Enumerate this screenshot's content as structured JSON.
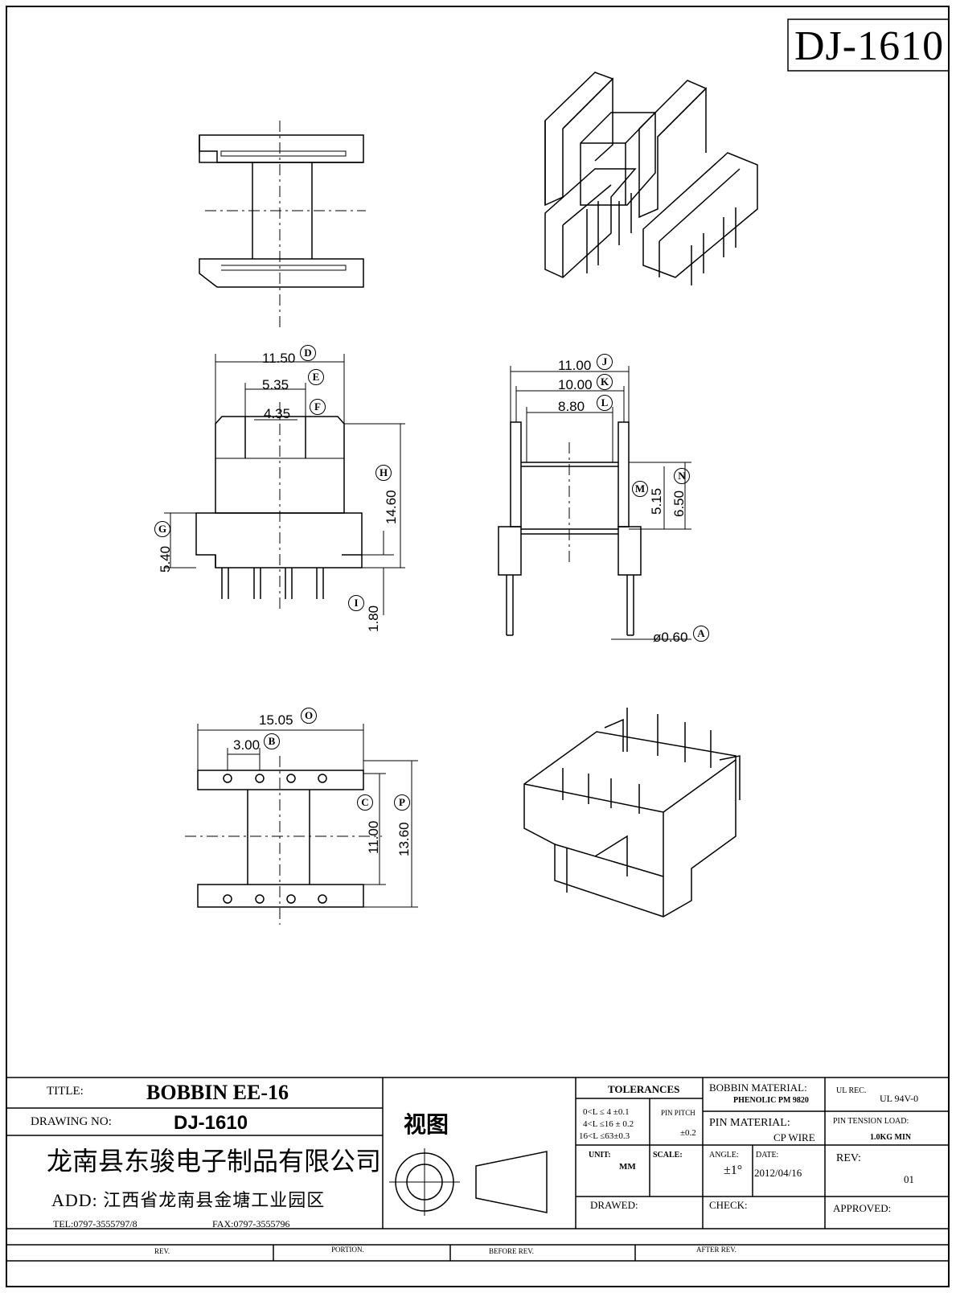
{
  "header": {
    "code": "DJ-1610"
  },
  "dimensions": {
    "D": "11.50",
    "E": "5.35",
    "F": "4.35",
    "H": "14.60",
    "G": "5.40",
    "I": "1.80",
    "J": "11.00",
    "K": "10.00",
    "L": "8.80",
    "M": "5.15",
    "N": "6.50",
    "A": "ø0.60",
    "O": "15.05",
    "B": "3.00",
    "C": "11.00",
    "P": "13.60"
  },
  "labels": {
    "D": "D",
    "E": "E",
    "F": "F",
    "H": "H",
    "G": "G",
    "I": "I",
    "J": "J",
    "K": "K",
    "L": "L",
    "M": "M",
    "N": "N",
    "A": "A",
    "O": "O",
    "B": "B",
    "C": "C",
    "P": "P"
  },
  "title_block": {
    "title_label": "TITLE:",
    "title_value": "BOBBIN EE-16",
    "drawing_no_label": "DRAWING NO:",
    "drawing_no_value": "DJ-1610",
    "view_label": "视图",
    "company": "龙南县东骏电子制品有限公司",
    "address": "ADD: 江西省龙南县金塘工业园区",
    "tel": "TEL:0797-3555797/8",
    "fax": "FAX:0797-3555796",
    "tolerances_label": "TOLERANCES",
    "tol_line1": "0<L ≤ 4 ±0.1",
    "tol_line2": "4<L ≤16 ± 0.2",
    "tol_line3": "16<L ≤63±0.3",
    "pin_pitch_label": "PIN PITCH",
    "pin_pitch_value": "±0.2",
    "unit_label": "UNIT:",
    "unit_value": "MM",
    "scale_label": "SCALE:",
    "bobbin_material_label": "BOBBIN MATERIAL:",
    "bobbin_material_value": "PHENOLIC PM 9820",
    "pin_material_label": "PIN MATERIAL:",
    "pin_material_value": "CP WIRE",
    "angle_label": "ANGLE:",
    "angle_value": "±1°",
    "date_label": "DATE:",
    "date_value": "2012/04/16",
    "ul_rec_label": "UL REC.",
    "ul_rec_value": "UL  94V-0",
    "pin_tension_label": "PIN TENSION LOAD:",
    "pin_tension_value": "1.0KG MIN",
    "rev_label": "REV:",
    "rev_value": "01",
    "drawed_label": "DRAWED:",
    "check_label": "CHECK:",
    "approved_label": "APPROVED:",
    "rev_col": "REV.",
    "portion_col": "PORTION.",
    "before_rev_col": "BEFORE REV.",
    "after_rev_col": "AFTER REV."
  }
}
